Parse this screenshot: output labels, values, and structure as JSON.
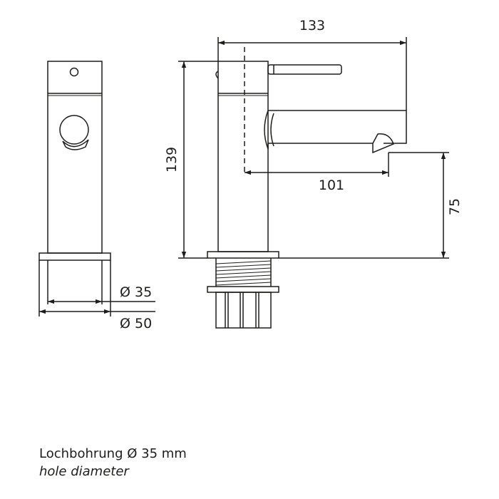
{
  "dimensions": {
    "overall_length": "133",
    "spout_reach": "101",
    "height": "139",
    "spout_height": "75",
    "inner_diameter": "Ø 35",
    "base_diameter": "Ø 50"
  },
  "note": {
    "hole_de": "Lochbohrung Ø 35 mm",
    "hole_en": "hole diameter"
  },
  "colors": {
    "line": "#1d1d1b",
    "background": "#ffffff"
  }
}
